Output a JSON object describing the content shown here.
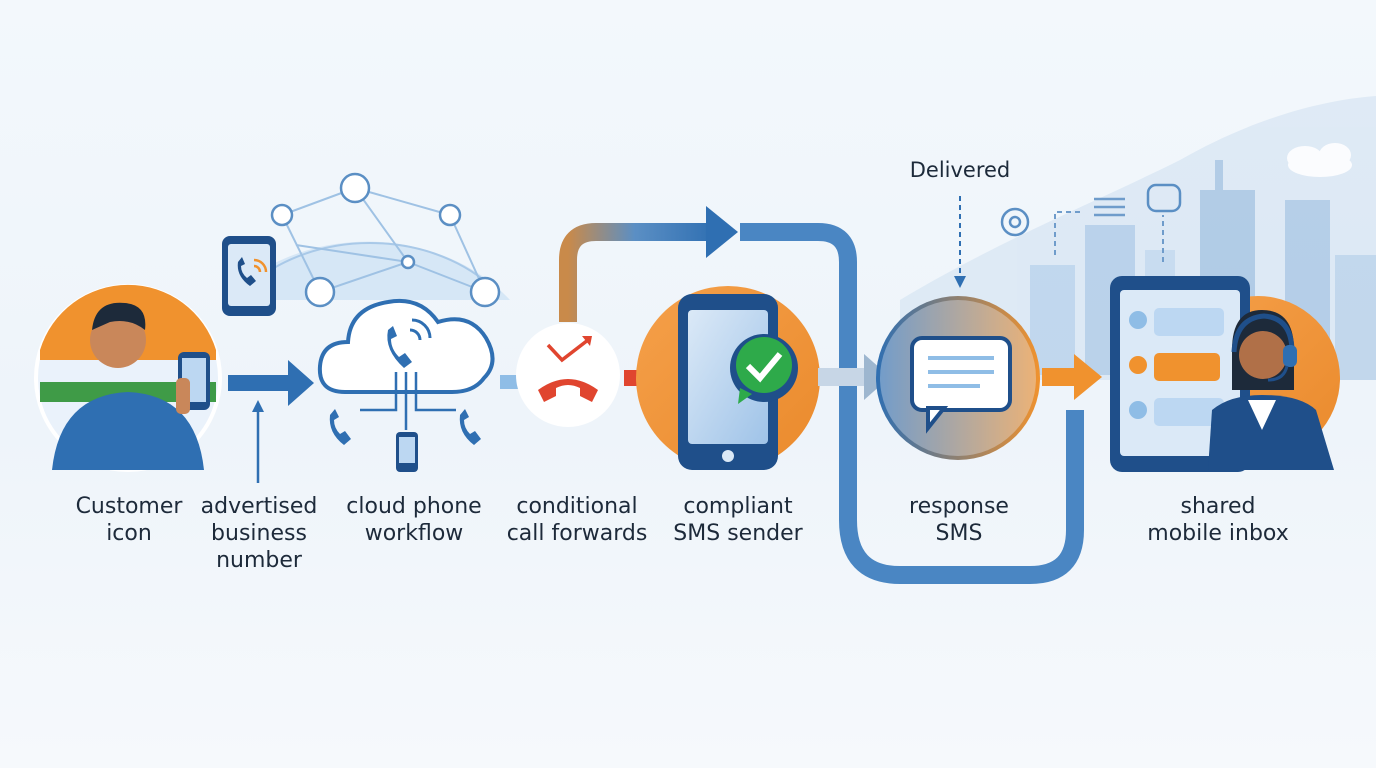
{
  "steps": [
    {
      "label": "Customer\nicon"
    },
    {
      "label": "advertised\nbusiness\nnumber"
    },
    {
      "label": "cloud phone\nworkflow"
    },
    {
      "label": "conditional\ncall forwards"
    },
    {
      "label": "compliant\nSMS sender"
    },
    {
      "label": "response\nSMS"
    },
    {
      "label": "shared\nmobile inbox"
    }
  ],
  "status": {
    "delivered": "Delivered"
  },
  "colors": {
    "primary_blue": "#2f6fb2",
    "dark_blue": "#1f4f8a",
    "light_blue": "#8fbde6",
    "orange": "#f0922e",
    "red": "#e0452f",
    "green": "#2eaa4a"
  },
  "icons": [
    "customer-icon",
    "phone-signal-icon",
    "cloud-phone-icon",
    "call-forward-icon",
    "sms-check-icon",
    "chat-bubble-icon",
    "agent-tablet-icon"
  ]
}
